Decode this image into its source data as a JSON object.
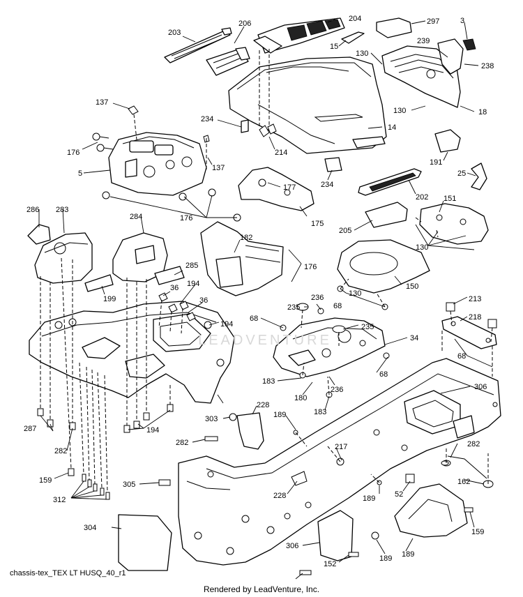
{
  "diagram": {
    "footer_code": "chassis-tex_TEX LT HUSQ_40_r1",
    "credit": "Rendered by LeadVenture, Inc.",
    "watermark": "LEADVENTURE"
  },
  "callouts": [
    "203",
    "206",
    "204",
    "297",
    "3",
    "15",
    "130",
    "239",
    "238",
    "130",
    "18",
    "137",
    "234",
    "214",
    "14",
    "176",
    "5",
    "137",
    "191",
    "25",
    "234",
    "202",
    "177",
    "286",
    "283",
    "284",
    "176",
    "175",
    "151",
    "205",
    "130",
    "182",
    "176",
    "285",
    "199",
    "36",
    "194",
    "36",
    "130",
    "150",
    "213",
    "235",
    "236",
    "68",
    "218",
    "194",
    "68",
    "235",
    "34",
    "68",
    "183",
    "236",
    "68",
    "183",
    "180",
    "306",
    "303",
    "228",
    "189",
    "282",
    "287",
    "282",
    "194",
    "217",
    "282",
    "159",
    "305",
    "228",
    "189",
    "52",
    "162",
    "312",
    "304",
    "306",
    "189",
    "152",
    "189",
    "159"
  ]
}
